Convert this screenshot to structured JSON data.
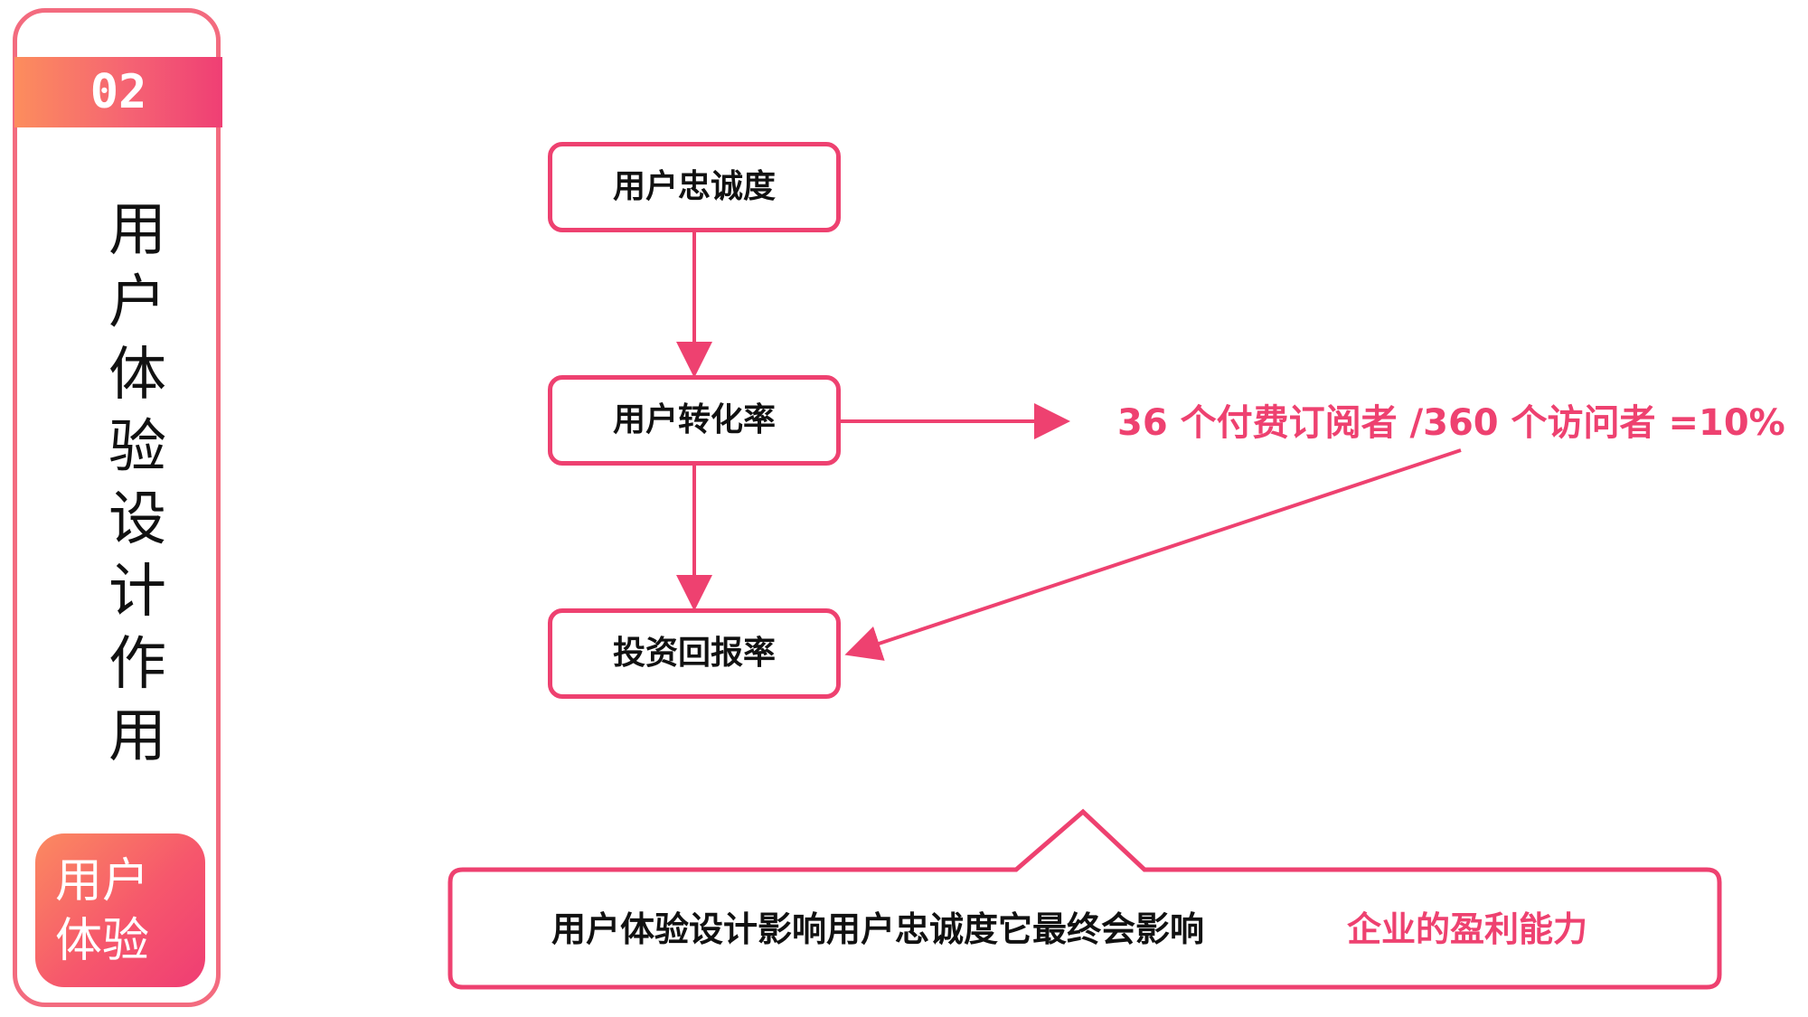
{
  "sidebar": {
    "number": "02",
    "title": "用户体验设计作用",
    "badge": "用户体验"
  },
  "flow": {
    "box1": "用户忠诚度",
    "box2": "用户转化率",
    "box3": "投资回报率",
    "formula": "36 个付费订阅者 /360 个访问者 =10%"
  },
  "callout": {
    "text": "用户体验设计影响用户忠诚度它最终会影响",
    "highlight": "企业的盈利能力"
  },
  "colors": {
    "accent": "#ee4170",
    "gradient_start": "#fc8d5d",
    "gradient_end": "#ef3d74",
    "card_border": "#f36b7f"
  }
}
